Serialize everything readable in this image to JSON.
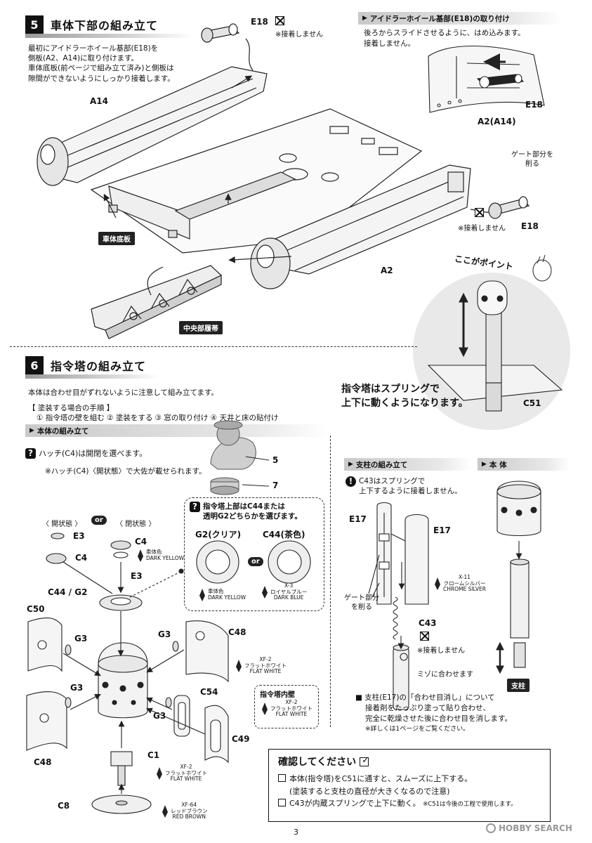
{
  "step5": {
    "number": "5",
    "title": "車体下部の組み立て",
    "desc_lines": [
      "最初にアイドラーホイール基部(E18)を",
      "側板(A2、A14)に取り付けます。",
      "車体底板(前ページで組み立て済み)と側板は",
      "隙間ができないようにしっかり接着します。"
    ],
    "labels": {
      "e18_top": "E18",
      "no_glue_top": "※接着しません",
      "a14": "A14",
      "a2": "A2",
      "hull_floor": "車体底板",
      "center_track": "中央部履帯",
      "gate_lines": [
        "ゲート部分を",
        "削る"
      ],
      "no_glue_right": "※接着しません",
      "e18_right": "E18"
    },
    "inset": {
      "bar": "アイドラーホイール基部(E18)の取り付け",
      "lines": [
        "後ろからスライドさせるように、はめ込みます。",
        "接着しません。"
      ],
      "e18": "E18",
      "a2_a14": "A2(A14)"
    },
    "point": {
      "title": "ここがポイント",
      "lines": [
        "指令塔はスプリングで",
        "上下に動くようになります。"
      ],
      "c51": "C51"
    }
  },
  "step6": {
    "number": "6",
    "title": "指令塔の組み立て",
    "intro": "本体は合わせ目がずれないように注意して組み立てます。",
    "paint_order_title": "【 塗装する場合の手順 】",
    "paint_order": "① 指令塔の壁を組む ② 塗装をする ③ 窓の取り付け ④ 天井と床の貼付け",
    "body_bar": "本体の組み立て",
    "hatch_note": "ハッチ(C4)は開閉を選べます。",
    "hatch_note2": "※ハッチ(C4)〈開状態〉で大佐が載せられます。",
    "figure_labels": {
      "fig5": "5",
      "fig7": "7"
    },
    "open_label": "〈 開状態 〉",
    "or_label": "or",
    "closed_label": "〈 閉状態 〉",
    "parts": {
      "e3a": "E3",
      "c4a": "C4",
      "c4b": "C4",
      "e3b": "E3",
      "c44g2": "C44 / G2",
      "c50": "C50",
      "g3a": "G3",
      "g3b": "G3",
      "g3c": "G3",
      "g3d": "G3",
      "c48a": "C48",
      "c48b": "C48",
      "c54": "C54",
      "c49": "C49",
      "c1": "C1",
      "c8": "C8"
    },
    "paints": {
      "c4_paint": [
        "車体色",
        "DARK YELLOW"
      ],
      "g2_paint": [
        "車体色",
        "DARK YELLOW"
      ],
      "c44_paint": [
        "X-3",
        "ロイヤルブルー",
        "DARK BLUE"
      ],
      "c48_paint": [
        "XF-2",
        "フラットホワイト",
        "FLAT WHITE"
      ],
      "inner_wall_title": "指令塔内壁",
      "inner_wall_paint": [
        "XF-2",
        "フラットホワイト",
        "FLAT WHITE"
      ],
      "c1_paint": [
        "XF-2",
        "フラットホワイト",
        "FLAT WHITE"
      ],
      "c8_paint": [
        "XF-64",
        "レッドブラウン",
        "RED BROWN"
      ]
    },
    "upper_choice": {
      "lines": [
        "指令塔上部はC44または",
        "透明G2どちらかを選びます。"
      ],
      "g2": "G2(クリア)",
      "c44": "C44(茶色)",
      "or_label": "or"
    },
    "pillar": {
      "bar": "支柱の組み立て",
      "note": [
        "C43はスプリングで",
        "上下するように接着しません。"
      ],
      "e17a": "E17",
      "e17b": "E17",
      "paint": [
        "X-11",
        "クロームシルバー",
        "CHROME SILVER"
      ],
      "gate": [
        "ゲート部分",
        "を削る"
      ],
      "c43": "C43",
      "no_glue": "※接着しません",
      "groove": "ミゾに合わせます"
    },
    "main_body": {
      "bar": "本 体",
      "pillar_tag": "支柱"
    },
    "seam_note": {
      "lines": [
        "■ 支柱(E17)の「合わせ目消し」について",
        "接着剤をたっぷり塗って貼り合わせ、",
        "完全に乾燥させた後に合わせ目を消します。"
      ],
      "sub": "※詳しくは1ページをご覧ください。"
    },
    "confirm": {
      "title": "確認してください",
      "items": [
        "本体(指令塔)をC51に通すと、スムーズに上下する。",
        "(塗装すると支柱の直径が大きくなるので注意)",
        "C43が内蔵スプリングで上下に動く。"
      ],
      "footnote": "※C51は今後の工程で使用します。"
    }
  },
  "footer": {
    "page": "3",
    "watermark": "HOBBY SEARCH"
  }
}
